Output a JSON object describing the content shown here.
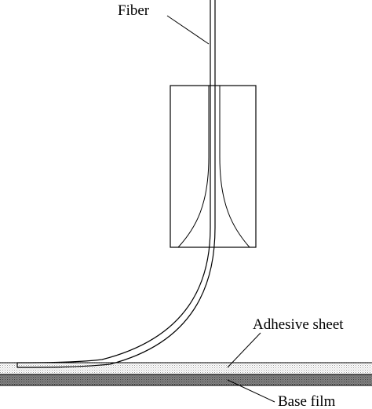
{
  "labels": {
    "fiber": "Fiber",
    "adhesive_sheet": "Adhesive sheet",
    "base_film": "Base film"
  },
  "colors": {
    "line": "#000000",
    "adhesive_fill": "#d9d9d9",
    "base_film_fill": "#7f7f7f",
    "background": "#ffffff"
  }
}
